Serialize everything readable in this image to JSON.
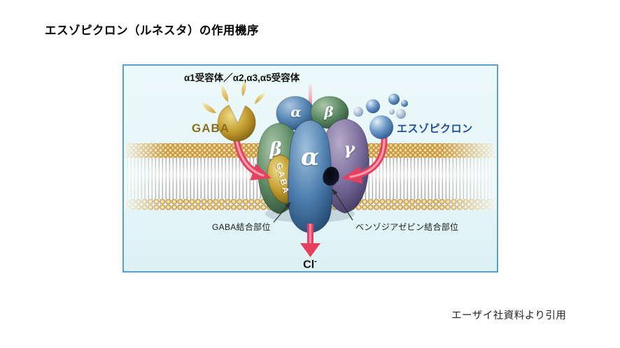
{
  "page": {
    "title": "エスゾピクロン（ルネスタ）の作用機序",
    "citation": "エーザイ社資料より引用"
  },
  "figure": {
    "receptor_types_heading": "α1受容体／α2,α3,α5受容体",
    "gaba": {
      "label": "GABA"
    },
    "eszopiclone": {
      "label": "エスゾピクロン"
    },
    "subunits": {
      "alpha_back": "α",
      "beta_back": "β",
      "beta_front": "β",
      "alpha_front": "α",
      "gamma": "γ",
      "gaba_bound_ligand": "GABA"
    },
    "annotations": {
      "gaba_binding_site": "GABA結合部位",
      "benzodiazepine_binding_site": "ベンゾジアゼピン結合部位",
      "chloride_symbol": "Cl",
      "chloride_charge": "-"
    },
    "colors": {
      "background": "#e6f6f8",
      "border": "#5e9cc9",
      "alpha_subunit": "#4c7dad",
      "beta_subunit": "#5c8a64",
      "gamma_subunit": "#7a6d9c",
      "gaba_gold": "#c29b2e",
      "arrow_red": "#e5405f",
      "membrane_head": "#d9a854",
      "gaba_text": "#8a6d1a",
      "eszopiclone_text": "#1d4f9e"
    }
  }
}
